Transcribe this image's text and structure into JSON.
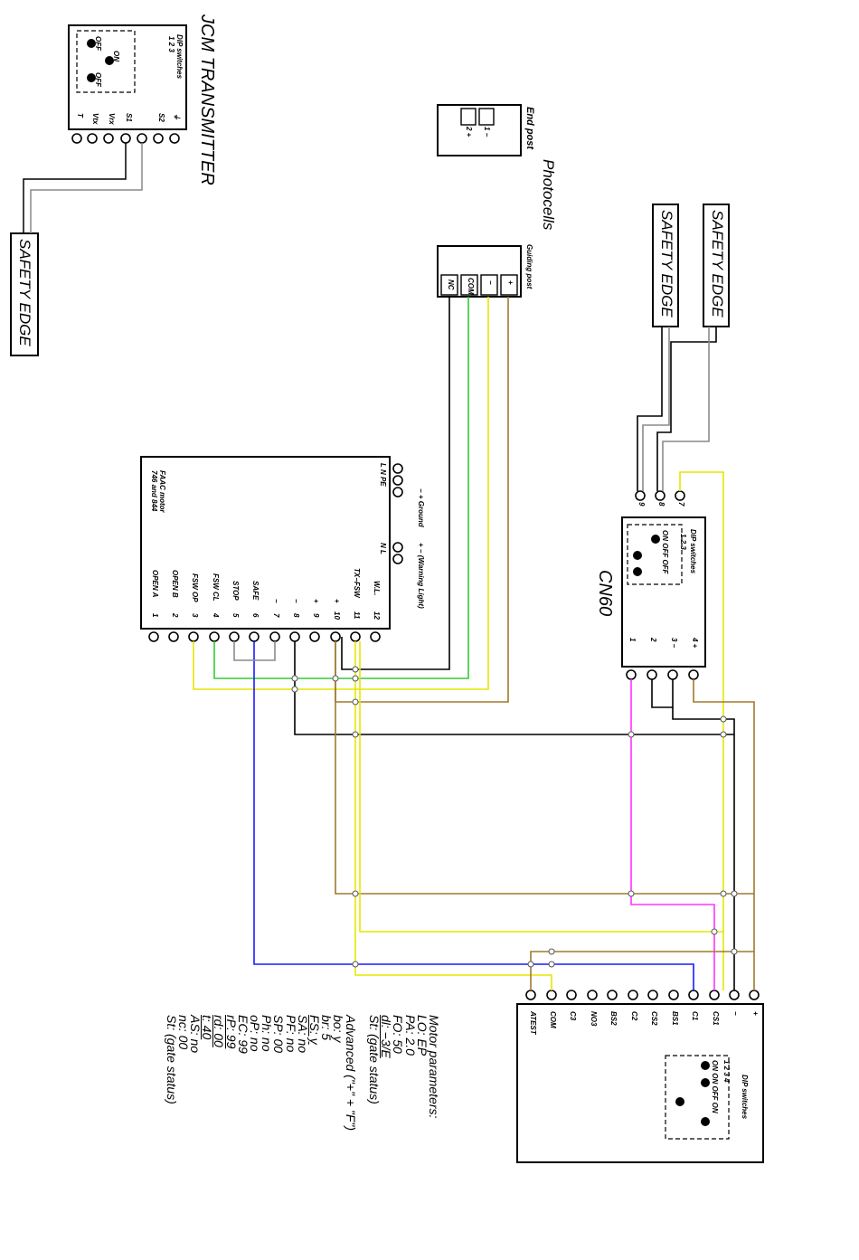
{
  "transmitter": {
    "title": "JCM TRANSMITTER",
    "dip_title": "DIP switches",
    "dip_numbers": "1 2 3",
    "dip_on": "ON",
    "dip_off": "OFF",
    "terminals": [
      "⏚",
      "S2",
      "S1",
      "Vrx",
      "Vtx",
      "T"
    ]
  },
  "safety_edge_labels": [
    "SAFETY EDGE",
    "SAFETY EDGE",
    "SAFETY EDGE"
  ],
  "photocells": {
    "title": "Photocells",
    "end_post": "End post",
    "end_post_terms": [
      "1 −",
      "2 +"
    ],
    "guiding_post": "Guiding post",
    "guiding_terms": [
      "+",
      "−",
      "COM",
      "NC"
    ]
  },
  "motor": {
    "name": "FAAC motor",
    "model": "746 and 844",
    "ground": "L N PE",
    "ground_label": "− + Ground",
    "warning": "N L",
    "warning_label": "+ − (Warning Light)",
    "terminals": [
      {
        "num": "1",
        "name": "OPEN A"
      },
      {
        "num": "2",
        "name": "OPEN B"
      },
      {
        "num": "3",
        "name": "FSW OP"
      },
      {
        "num": "4",
        "name": "FSW CL"
      },
      {
        "num": "5",
        "name": "STOP"
      },
      {
        "num": "6",
        "name": "SAFE"
      },
      {
        "num": "7",
        "name": "−"
      },
      {
        "num": "8",
        "name": "−"
      },
      {
        "num": "9",
        "name": "+"
      },
      {
        "num": "10",
        "name": "+"
      },
      {
        "num": "11",
        "name": "TX−FSW"
      },
      {
        "num": "12",
        "name": "W.L."
      }
    ]
  },
  "cn60": {
    "title": "CN60",
    "dip_title": "DIP switches",
    "dip_numbers": "1 2 3",
    "dip_states": "ON OFF OFF",
    "inputs": [
      "7",
      "8",
      "9"
    ],
    "outputs": [
      "1",
      "2",
      "3 −",
      "4 +"
    ]
  },
  "controller": {
    "dip_title": "DIP switches",
    "dip_numbers": "1 2 3 4",
    "dip_states": "ON ON OFF ON",
    "terminals": [
      "+",
      "−",
      "CS1",
      "C1",
      "BS1",
      "CS2",
      "C2",
      "BS2",
      "NO3",
      "C3",
      "COM",
      "ATEST"
    ]
  },
  "parameters": {
    "header": "Motor parameters:",
    "lines": [
      "LO: EP",
      "PA: 2.0",
      "FO: 50",
      "dl: −3/E",
      "St: (gate status)",
      "",
      "Advanced (\"+\" + \"F\")",
      "bo: y",
      "br: 5",
      "FS: y",
      "SA: no",
      "PF: no",
      "SP: 00",
      "Ph: no",
      "oP: no",
      "EC: 99",
      "rP: 99",
      "rd: 00",
      "t: 40",
      "AS: no",
      "nc: 00",
      "St: (gate status)"
    ]
  },
  "colors": {
    "black": "#000000",
    "grey": "#8a8a8a",
    "green": "#33cc33",
    "yellow": "#e6e600",
    "brown": "#a07a2c",
    "blue": "#1a1aff",
    "magenta": "#ff33ff"
  }
}
